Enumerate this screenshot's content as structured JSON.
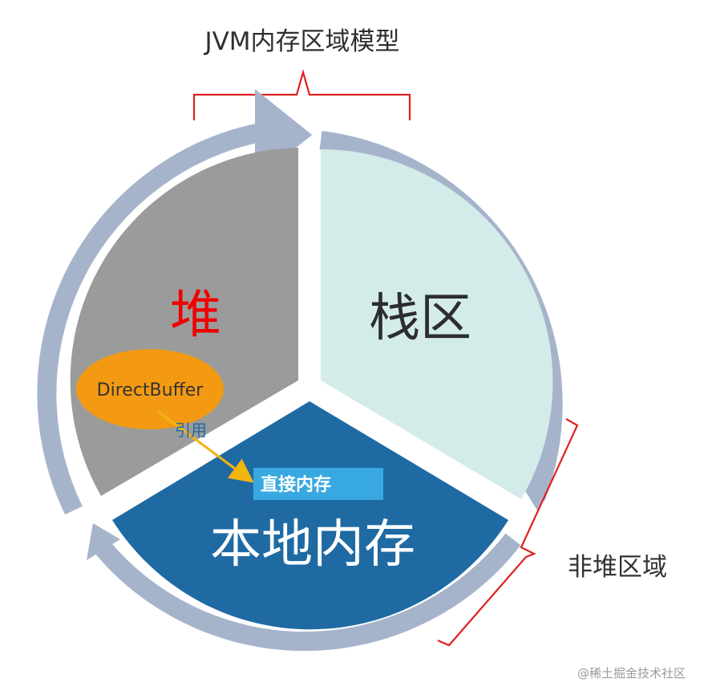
{
  "diagram": {
    "title": "JVM内存区域模型",
    "sectors": {
      "heap": {
        "label": "堆"
      },
      "stack": {
        "label": "栈区"
      },
      "native": {
        "label": "本地内存"
      }
    },
    "direct_buffer": {
      "label": "DirectBuffer"
    },
    "reference": {
      "label": "引用"
    },
    "direct_memory": {
      "label": "直接内存"
    },
    "non_heap": {
      "label": "非堆区域"
    },
    "watermark": "@稀土掘金技术社区"
  },
  "colors": {
    "heap": "#9b9b9b",
    "stack": "#d3ecea",
    "native": "#1f6aa3",
    "ring": "#a6b4cb",
    "bracket": "#e02020",
    "ellipse": "#f39a12",
    "box": "#38a9e0",
    "heap_label": "#f00000",
    "ref_arrow": "#f2b40f",
    "ref_text": "#1f6aa3"
  }
}
